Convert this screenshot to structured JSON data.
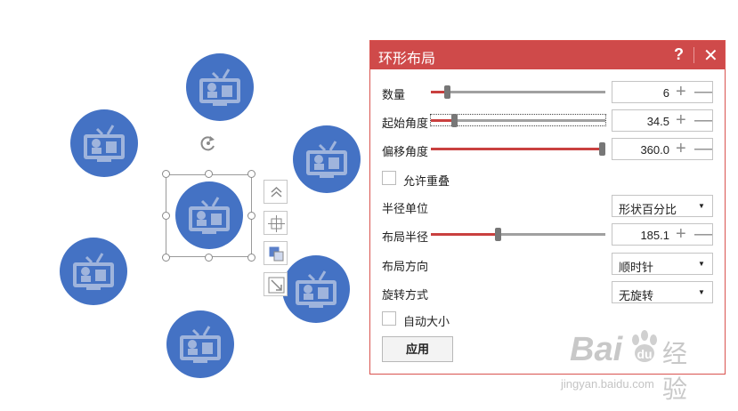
{
  "dialog": {
    "title": "环形布局",
    "help_glyph": "?",
    "close_glyph": "✕"
  },
  "rows": {
    "count": {
      "label": "数量",
      "value": "6",
      "slider_fraction": 0.08
    },
    "start": {
      "label": "起始角度",
      "value": "34.5",
      "slider_fraction": 0.12
    },
    "offset": {
      "label": "偏移角度",
      "value": "360.0",
      "slider_fraction": 1.0
    },
    "overlap": {
      "label": "允许重叠",
      "checked": false
    },
    "unit": {
      "label": "半径单位",
      "value": "形状百分比"
    },
    "radius": {
      "label": "布局半径",
      "value": "185.1",
      "slider_fraction": 0.38
    },
    "direction": {
      "label": "布局方向",
      "value": "顺时针"
    },
    "rotation": {
      "label": "旋转方式",
      "value": "无旋转"
    },
    "autosize": {
      "label": "自动大小",
      "checked": false
    }
  },
  "spin": {
    "plus": "+",
    "minus": "—"
  },
  "apply_label": "应用",
  "watermark": {
    "brand": "Bai",
    "brand2": "经验",
    "url": "jingyan.baidu.com"
  },
  "colors": {
    "accent": "#cf4a4a",
    "shape_fill": "#4472c4",
    "shape_icon": "#9fb4dc",
    "slider_fill": "#c9403f"
  },
  "icons": {
    "shape_icon": "tv-robot-icon",
    "rotate": "rotate-handle-icon",
    "layout_options": [
      "chevrons-up-icon",
      "align-center-icon",
      "arrange-icon",
      "resize-icon"
    ]
  }
}
